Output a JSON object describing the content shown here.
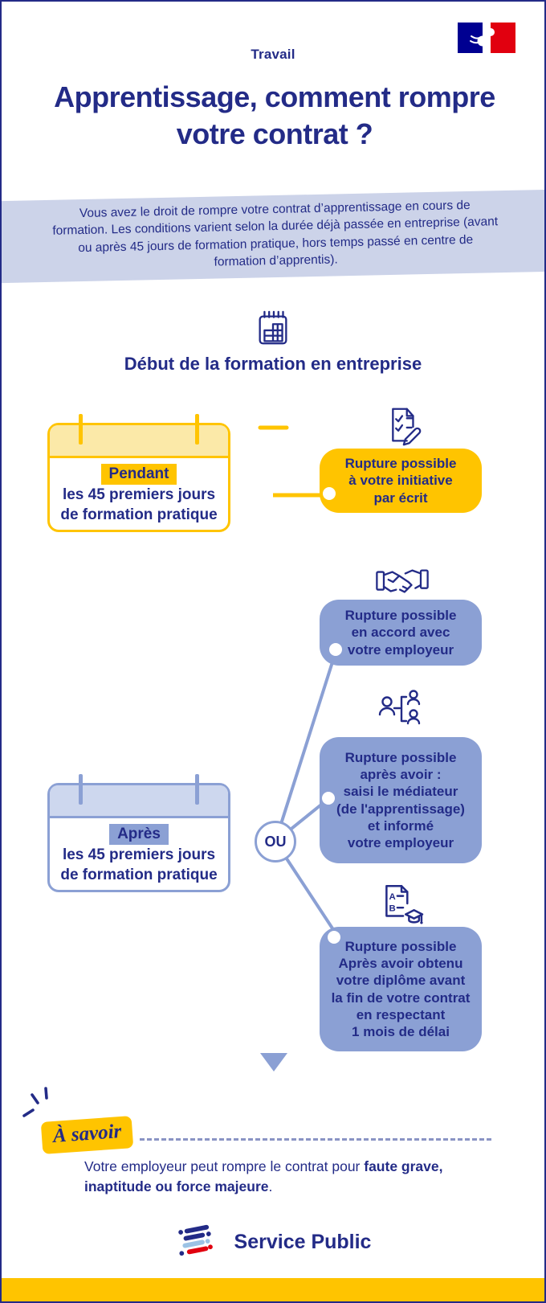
{
  "header": {
    "ministry": "Travail",
    "title": "Apprentissage, comment rompre votre contrat ?",
    "logo_icon": "french-republic-flag-icon"
  },
  "intro": {
    "text": "Vous avez le droit de rompre votre contrat d’apprentissage en cours de formation. Les conditions varient selon la durée déjà passée en entreprise (avant ou après 45 jours de formation pratique, hors temps passé en centre de formation d’apprentis)."
  },
  "timeline": {
    "icon": "calendar-icon",
    "heading": "Début de la formation en entreprise",
    "or_label": "OU",
    "periods": [
      {
        "id": "pendant",
        "highlight": "Pendant",
        "line1": "les 45 premiers jours",
        "line2": "de formation pratique",
        "color": "#FFC400"
      },
      {
        "id": "apres",
        "highlight": "Après",
        "line1": "les 45 premiers jours",
        "line2": "de formation pratique",
        "color": "#8BA0D4"
      }
    ],
    "options": [
      {
        "icon": "checklist-pencil-icon",
        "color": "#FFC400",
        "text": "Rupture possible\nà votre initiative\npar écrit"
      },
      {
        "icon": "handshake-icon",
        "color": "#8BA0D4",
        "text": "Rupture possible\nen accord avec\nvotre employeur"
      },
      {
        "icon": "mediator-people-icon",
        "color": "#8BA0D4",
        "text": "Rupture possible\naprès avoir :\nsaisi le médiateur\n(de l'apprentissage)\net informé\nvotre employeur"
      },
      {
        "icon": "diploma-graduation-icon",
        "color": "#8BA0D4",
        "text": "Rupture possible\nAprès avoir obtenu\nvotre diplôme avant\nla fin de votre contrat\nen respectant\n1 mois de délai"
      }
    ]
  },
  "note": {
    "tag": "À savoir",
    "line1_regular": "Votre employeur peut rompre le contrat pour ",
    "line1_bold": "faute grave,",
    "line2_bold": "inaptitude ou force majeure",
    "line2_end": "."
  },
  "footer": {
    "logo_icon": "service-public-logo-icon",
    "logo_text": "Service Public"
  },
  "colors": {
    "navy": "#232B87",
    "yellow": "#FFC400",
    "light_yellow": "#FBE9A8",
    "periwinkle": "#8BA0D4",
    "light_periwinkle": "#CDD7EE",
    "lavender_band": "#CCD3E9",
    "flag_blue": "#000091",
    "flag_red": "#E1000F",
    "logo_light_blue": "#9CC3E5"
  }
}
